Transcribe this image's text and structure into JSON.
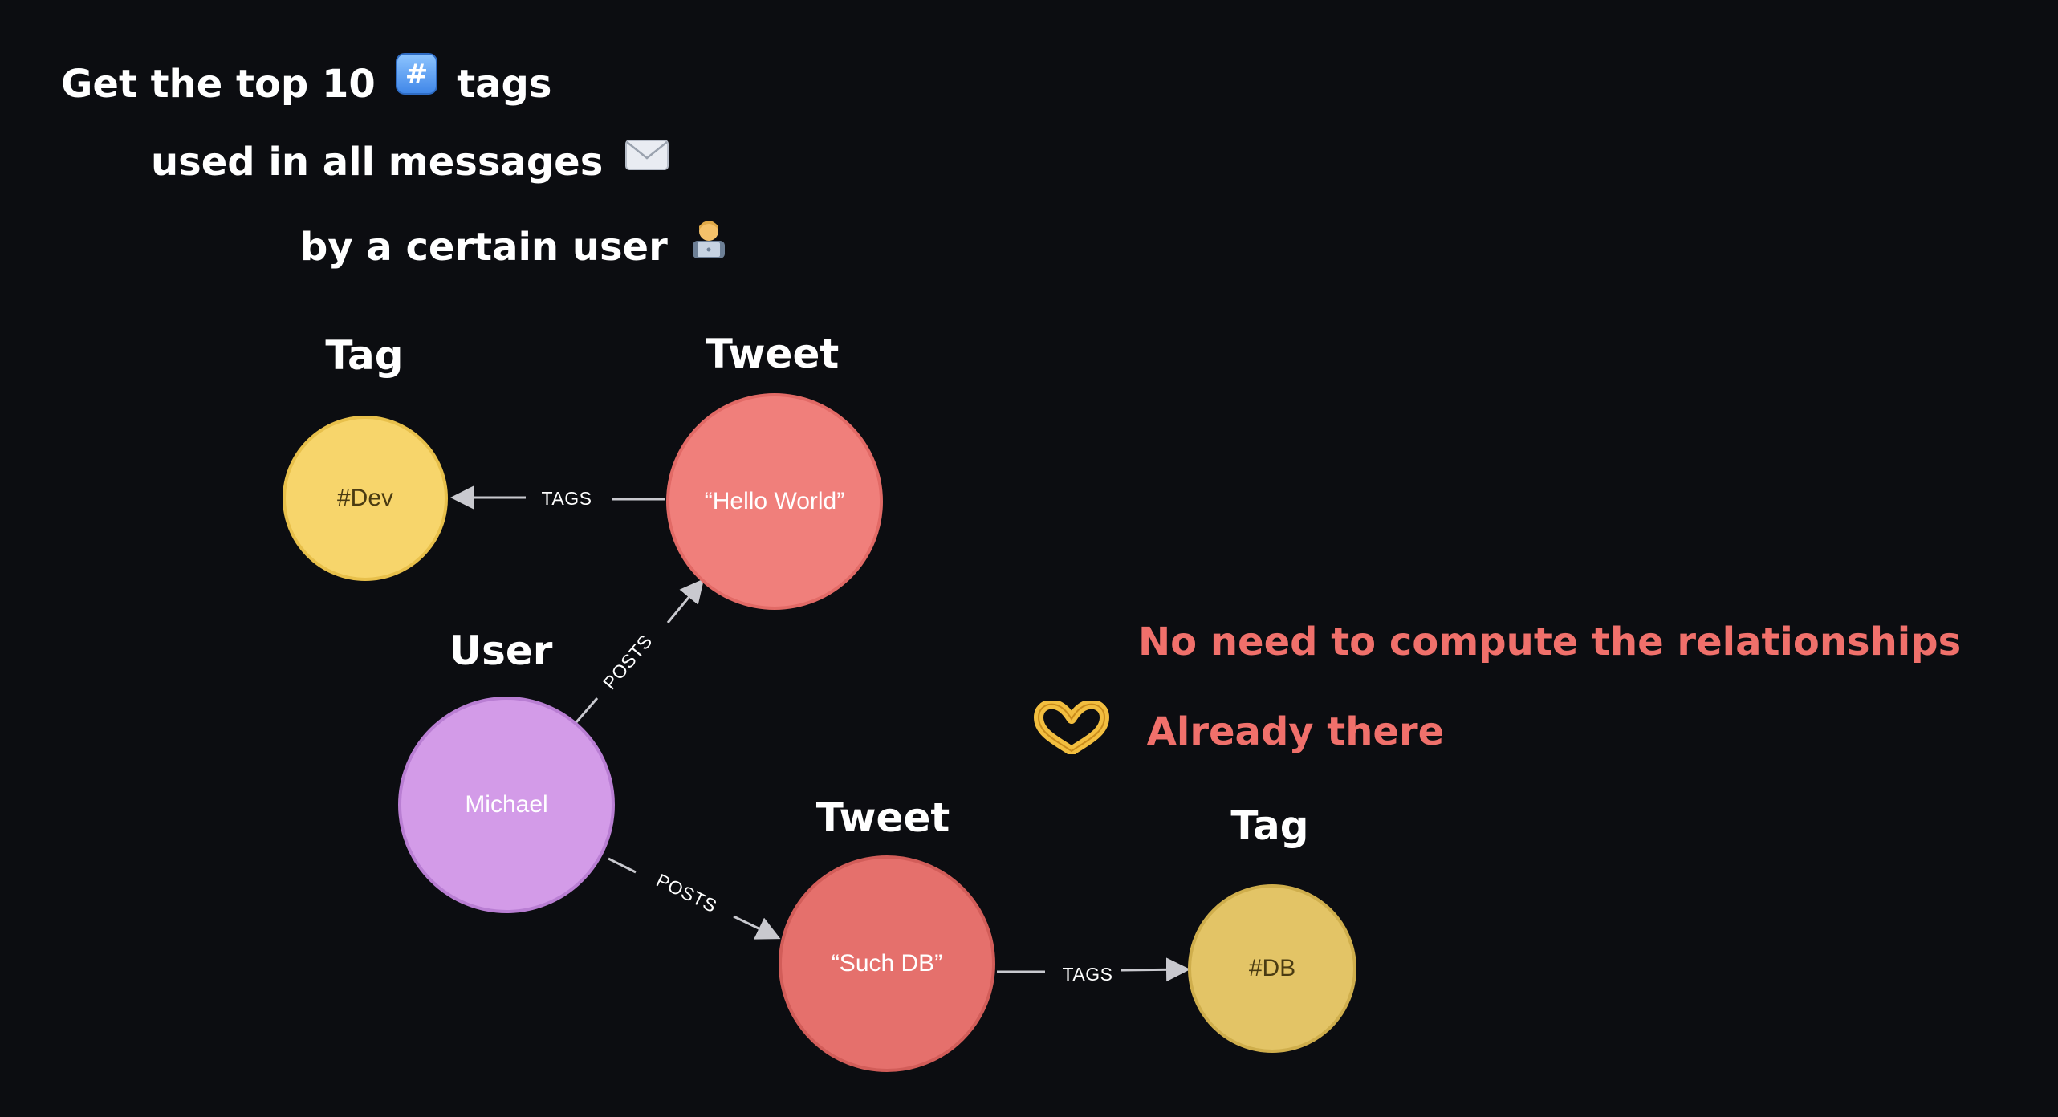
{
  "query": {
    "line1": "Get the top 10",
    "line1_suffix": "tags",
    "line1_icon": "hashtag-keycap-emoji",
    "line2": "used in all messages",
    "line2_icon": "envelope-emoji",
    "line3": "by a certain user",
    "line3_icon": "technologist-emoji"
  },
  "graph": {
    "nodes": [
      {
        "id": "tag-dev",
        "title": "Tag",
        "label": "#Dev",
        "color": "#f7d56b",
        "border": "#e8c04b",
        "text_color": "#4a3b12"
      },
      {
        "id": "tweet-hello",
        "title": "Tweet",
        "label": "“Hello World”",
        "color": "#f07f7b",
        "border": "#e26a66",
        "text_color": "#ffffff"
      },
      {
        "id": "user-michael",
        "title": "User",
        "label": "Michael",
        "color": "#d39be8",
        "border": "#b97ed3",
        "text_color": "#ffffff"
      },
      {
        "id": "tweet-suchdb",
        "title": "Tweet",
        "label": "“Such DB”",
        "color": "#e5706c",
        "border": "#d25d59",
        "text_color": "#ffffff"
      },
      {
        "id": "tag-db",
        "title": "Tag",
        "label": "#DB",
        "color": "#e3c466",
        "border": "#cfae4c",
        "text_color": "#4a3b12"
      }
    ],
    "edges": [
      {
        "from": "tweet-hello",
        "to": "tag-dev",
        "label": "TAGS"
      },
      {
        "from": "user-michael",
        "to": "tweet-hello",
        "label": "POSTS"
      },
      {
        "from": "user-michael",
        "to": "tweet-suchdb",
        "label": "POSTS"
      },
      {
        "from": "tweet-suchdb",
        "to": "tag-db",
        "label": "TAGS"
      }
    ]
  },
  "notes": {
    "line1": "No need to compute the relationships",
    "line2": "Already there",
    "line2_icon": "heart-hands-emoji",
    "color": "#f0706b"
  }
}
